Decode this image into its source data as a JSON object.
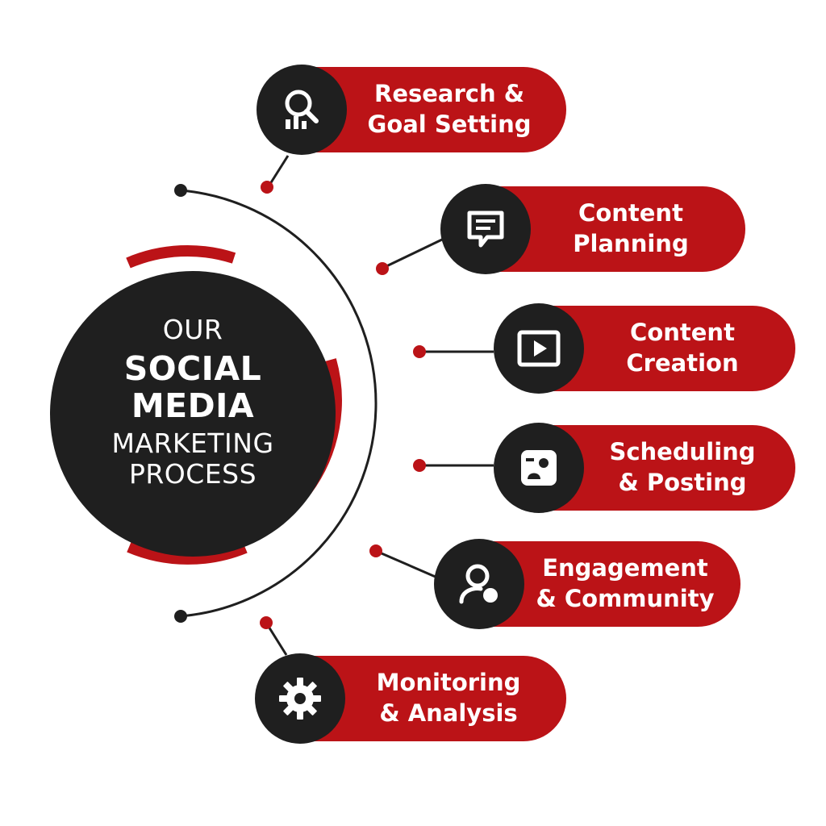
{
  "hub": {
    "line1": "OUR",
    "line2": "SOCIAL",
    "line3": "MEDIA",
    "line4": "MARKETING",
    "line5": "PROCESS"
  },
  "steps": [
    {
      "line1": "Research &",
      "line2": "Goal Setting",
      "icon": "magnifier-chart-icon"
    },
    {
      "line1": "Content",
      "line2": "Planning",
      "icon": "speech-bubble-icon"
    },
    {
      "line1": "Content",
      "line2": "Creation",
      "icon": "video-play-icon"
    },
    {
      "line1": "Scheduling",
      "line2": "& Posting",
      "icon": "image-post-icon"
    },
    {
      "line1": "Engagement",
      "line2": "& Community",
      "icon": "user-community-icon"
    },
    {
      "line1": "Monitoring",
      "line2": "& Analysis",
      "icon": "gear-icon"
    }
  ],
  "colors": {
    "accent": "#bb1317",
    "dark": "#1f1f1f",
    "background": "#ffffff"
  }
}
